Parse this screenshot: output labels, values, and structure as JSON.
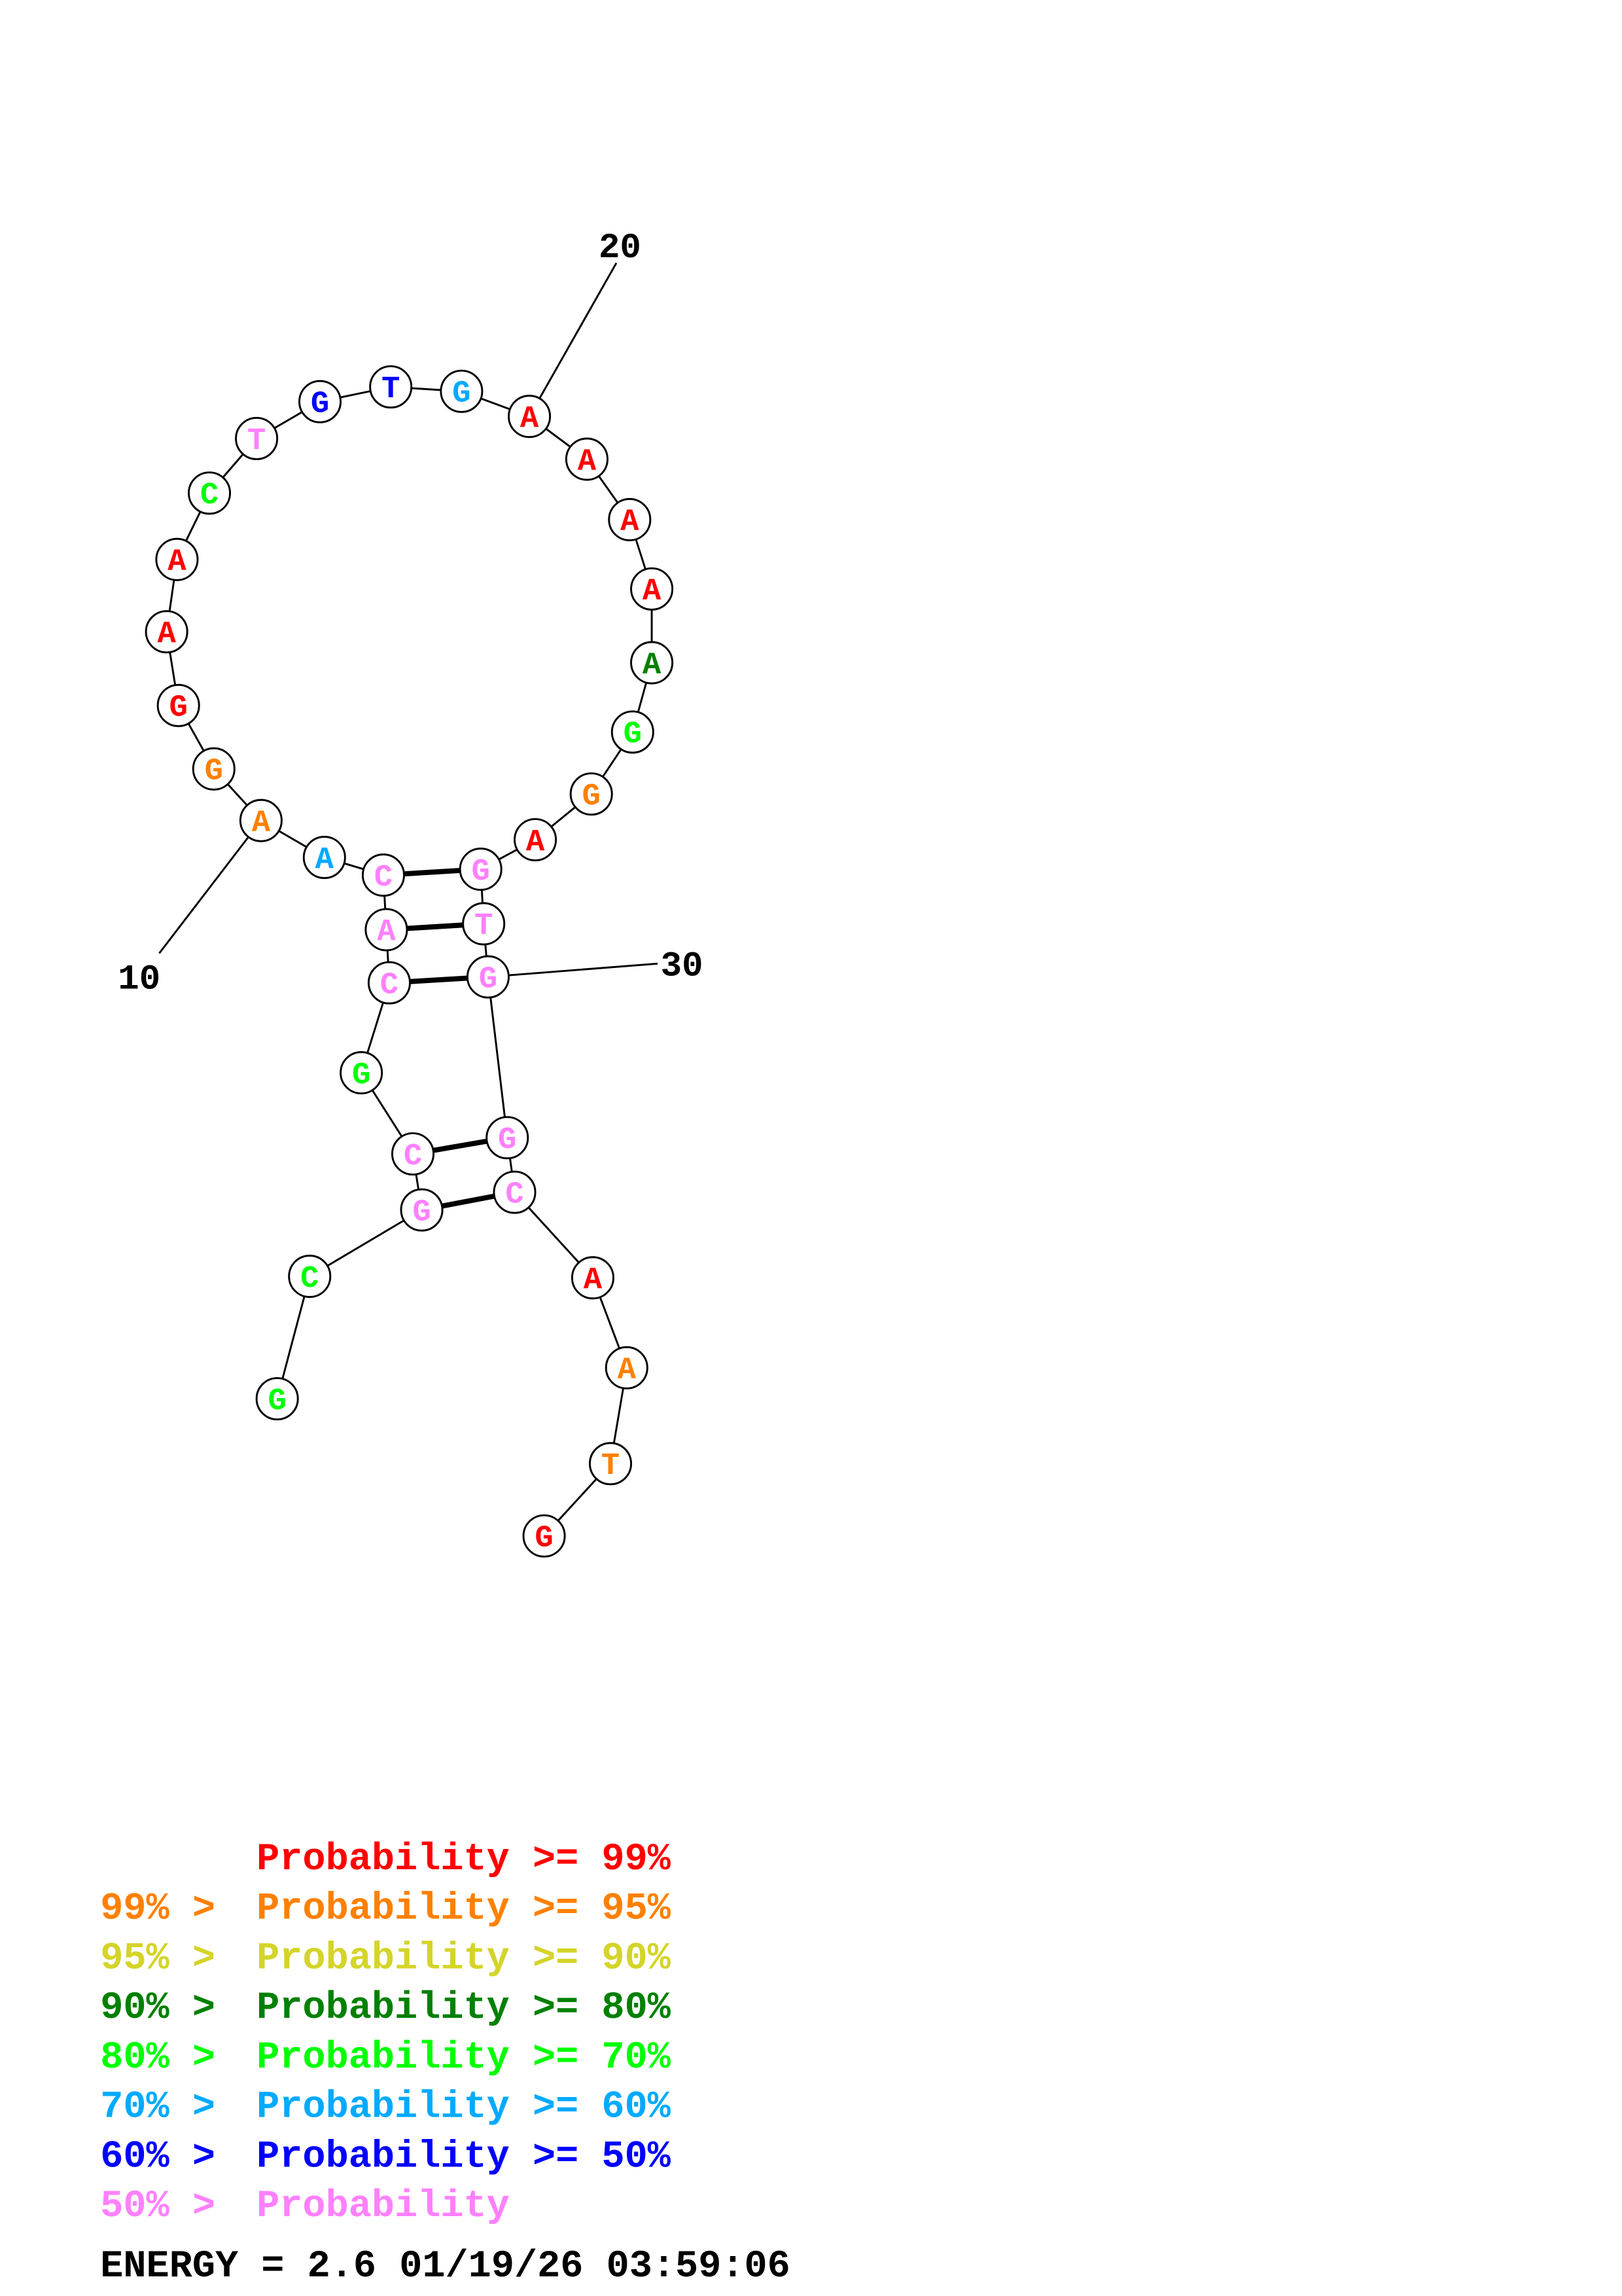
{
  "colors": {
    "p99": "#ff0000",
    "p95": "#ff8000",
    "p90": "#d4d42a",
    "p80": "#008000",
    "p70": "#00ff00",
    "p60": "#00aaff",
    "p50": "#0000ff",
    "plow": "#ff80ff"
  },
  "structure": {
    "nucleotides": [
      {
        "base": "G",
        "prob": "p70"
      },
      {
        "base": "C",
        "prob": "p70"
      },
      {
        "base": "G",
        "prob": "plow"
      },
      {
        "base": "C",
        "prob": "plow"
      },
      {
        "base": "G",
        "prob": "p70"
      },
      {
        "base": "C",
        "prob": "plow"
      },
      {
        "base": "A",
        "prob": "plow"
      },
      {
        "base": "C",
        "prob": "plow"
      },
      {
        "base": "A",
        "prob": "p60"
      },
      {
        "base": "A",
        "prob": "p95"
      },
      {
        "base": "G",
        "prob": "p95"
      },
      {
        "base": "G",
        "prob": "p99"
      },
      {
        "base": "A",
        "prob": "p99"
      },
      {
        "base": "A",
        "prob": "p99"
      },
      {
        "base": "C",
        "prob": "p70"
      },
      {
        "base": "T",
        "prob": "plow"
      },
      {
        "base": "G",
        "prob": "p50"
      },
      {
        "base": "T",
        "prob": "p50"
      },
      {
        "base": "G",
        "prob": "p60"
      },
      {
        "base": "A",
        "prob": "p99"
      },
      {
        "base": "A",
        "prob": "p99"
      },
      {
        "base": "A",
        "prob": "p99"
      },
      {
        "base": "A",
        "prob": "p99"
      },
      {
        "base": "A",
        "prob": "p80"
      },
      {
        "base": "G",
        "prob": "p70"
      },
      {
        "base": "G",
        "prob": "p95"
      },
      {
        "base": "A",
        "prob": "p99"
      },
      {
        "base": "G",
        "prob": "plow"
      },
      {
        "base": "T",
        "prob": "plow"
      },
      {
        "base": "G",
        "prob": "plow"
      },
      {
        "base": "G",
        "prob": "plow"
      },
      {
        "base": "C",
        "prob": "plow"
      },
      {
        "base": "A",
        "prob": "p99"
      },
      {
        "base": "A",
        "prob": "p95"
      },
      {
        "base": "T",
        "prob": "p95"
      },
      {
        "base": "G",
        "prob": "p99"
      }
    ],
    "pairs": [
      [
        8,
        28
      ],
      [
        7,
        29
      ],
      [
        6,
        30
      ],
      [
        4,
        31
      ],
      [
        3,
        32
      ]
    ],
    "position_labels": [
      {
        "index": 10,
        "text": "10"
      },
      {
        "index": 20,
        "text": "20"
      },
      {
        "index": 30,
        "text": "30"
      }
    ]
  },
  "legend": [
    {
      "prefix": "",
      "label": "Probability >= 99%",
      "color": "p99"
    },
    {
      "prefix": "99% >",
      "label": "Probability >= 95%",
      "color": "p95"
    },
    {
      "prefix": "95% >",
      "label": "Probability >= 90%",
      "color": "p90"
    },
    {
      "prefix": "90% >",
      "label": "Probability >= 80%",
      "color": "p80"
    },
    {
      "prefix": "80% >",
      "label": "Probability >= 70%",
      "color": "p70"
    },
    {
      "prefix": "70% >",
      "label": "Probability >= 60%",
      "color": "p60"
    },
    {
      "prefix": "60% >",
      "label": "Probability >= 50%",
      "color": "p50"
    },
    {
      "prefix": "50% >",
      "label": "Probability",
      "color": "plow"
    }
  ],
  "footer": {
    "energy": "ENERGY = 2.6  01/19/26 03:59:06"
  }
}
